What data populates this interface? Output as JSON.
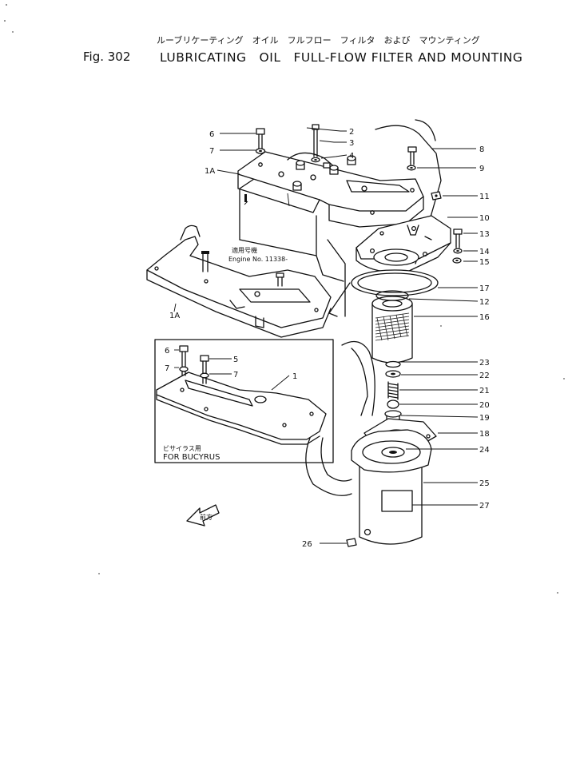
{
  "header": {
    "fig_number": "Fig. 302",
    "title_jp": "ルーブリケーティング　オイル　フルフロー　フィルタ　および　マウンティング",
    "title_en": "LUBRICATING　OIL　FULL-FLOW FILTER AND MOUNTING"
  },
  "annotations": {
    "engine_jp": "適用号機",
    "engine_no": "Engine No. 11338-",
    "bucyrus_jp": "ビサイラス用",
    "bucyrus_en": "FOR BUCYRUS",
    "arrow_jp": "前方"
  },
  "callouts": {
    "p1": "1",
    "p1a_top": "1A",
    "p1a_left": "1A",
    "p2": "2",
    "p3": "3",
    "p4": "4",
    "p5": "5",
    "p6_top": "6",
    "p6_inset": "6",
    "p7_top": "7",
    "p7_inset_left": "7",
    "p7_inset_right": "7",
    "p8": "8",
    "p9": "9",
    "p10": "10",
    "p11": "11",
    "p12": "12",
    "p13": "13",
    "p14": "14",
    "p15": "15",
    "p16": "16",
    "p17": "17",
    "p18": "18",
    "p19": "19",
    "p20": "20",
    "p21": "21",
    "p22": "22",
    "p23": "23",
    "p24": "24",
    "p25": "25",
    "p26": "26",
    "p27": "27"
  }
}
